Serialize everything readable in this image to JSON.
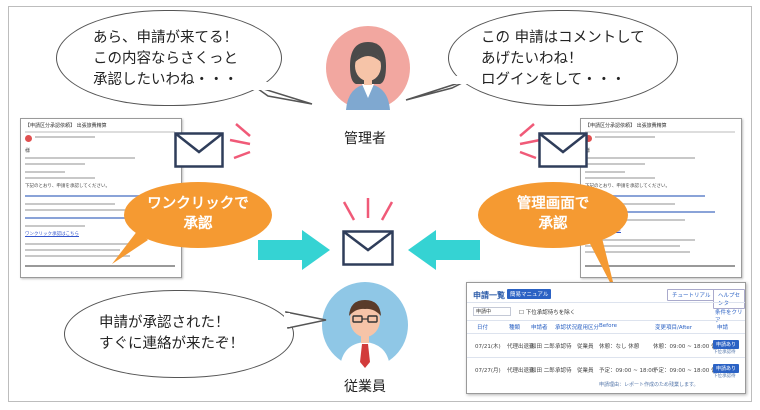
{
  "manager": {
    "label": "管理者",
    "bubble_left": [
      "あら、申請が来てる！",
      "この内容ならさくっと",
      "承認したいわね・・・"
    ],
    "bubble_right": [
      "この 申請はコメントして",
      "あげたいわね！",
      "ログインをして・・・"
    ]
  },
  "employee": {
    "label": "従業員",
    "bubble": [
      "申請が承認された！",
      "すぐに連絡が来たぞ！"
    ]
  },
  "callouts": {
    "one_click": [
      "ワンクリックで",
      "承認"
    ],
    "admin_screen": [
      "管理画面で",
      "承認"
    ]
  },
  "colors": {
    "orange": "#f59a32",
    "cyan_arrow": "#35d3d3",
    "skin": "#f6c4a8",
    "manager_circle": "#f2a7a0",
    "employee_circle": "#8fc7e6",
    "envelope_stroke": "#2f3d5a",
    "accent_blue": "#2b62c4"
  },
  "icons": [
    "envelope-icon",
    "manager-avatar-icon",
    "employee-avatar-icon",
    "right-arrow-icon",
    "left-arrow-icon",
    "sparkle-lines-icon"
  ],
  "email_left": {
    "subject": "【申請区分承認依頼】 出張旅費精算",
    "greeting": "様",
    "body_intro": "下記のとおり、申請を承認してください。",
    "approve_link": "ワンクリック承認はこちら"
  },
  "email_right": {
    "subject": "【申請区分承認依頼】 出張旅費精算",
    "greeting": "様",
    "body_intro": "下記のとおり、申請を承認してください。",
    "approve_link": "管理画面はこちら"
  },
  "admin": {
    "title": "申請一覧",
    "manual_button": "簡易マニュアル",
    "tutorial_button": "チュートリアル",
    "help_button": "ヘルプセンター",
    "filter_select": "申請中",
    "filter_checkbox": "下位承認待ちを除く",
    "condition_link": "条件をクリア",
    "columns": [
      "日付",
      "種類",
      "申請者",
      "承認状況",
      "雇用区分",
      "Before",
      "変更項目/After",
      "申請"
    ],
    "rows": [
      {
        "date": "07/21(木)",
        "type": "代理出退勤",
        "applicant": "和田 二郎",
        "status": "承認待",
        "employment": "従業員",
        "before": "休憩：なし 休憩",
        "after": "休憩：09:00 ~ 18:00 休憩",
        "action": "申請あり",
        "sub": "下位承認待"
      },
      {
        "date": "07/27(月)",
        "type": "代理出退勤",
        "applicant": "和田 二郎",
        "status": "承認待",
        "employment": "従業員",
        "before": "予定：09:00 ~ 18:00",
        "after": "予定：09:00 ~ 18:00 休憩",
        "action": "申請あり",
        "sub": "下位承認待"
      }
    ],
    "footnote": "申請理由：レポート作成のため残業します。"
  }
}
